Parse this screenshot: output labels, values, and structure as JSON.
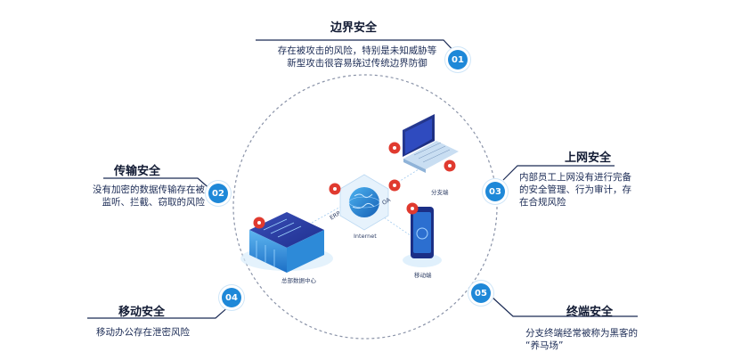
{
  "panels": [
    {
      "num": "01",
      "title": "边界安全",
      "desc": [
        "存在被攻击的风险，特别是未知威胁等",
        "新型攻击很容易绕过传统边界防御"
      ]
    },
    {
      "num": "02",
      "title": "传输安全",
      "desc": [
        "没有加密的数据传输存在被",
        "监听、拦截、窃取的风险"
      ]
    },
    {
      "num": "03",
      "title": "上网安全",
      "desc": [
        "内部员工上网没有进行完备",
        "的安全管理、行为审计，存",
        "在合规风险"
      ]
    },
    {
      "num": "04",
      "title": "移动安全",
      "desc": [
        "移动办公存在泄密风险"
      ]
    },
    {
      "num": "05",
      "title": "终端安全",
      "desc": [
        "分支终端经常被称为黑客的",
        "“养马场”"
      ]
    }
  ],
  "diagram": {
    "hq_label": "总部数据中心",
    "internet_label": "Internet",
    "erp_label": "ERP",
    "oa_label": "OA",
    "branch_label": "分支端",
    "mobile_label": "移动端",
    "threat_icon": "biohazard-icon",
    "colors": {
      "accent": "#1e88d8",
      "navy": "#1b2b55",
      "threat": "#e03a2f",
      "dashed": "#8a93a8"
    }
  }
}
